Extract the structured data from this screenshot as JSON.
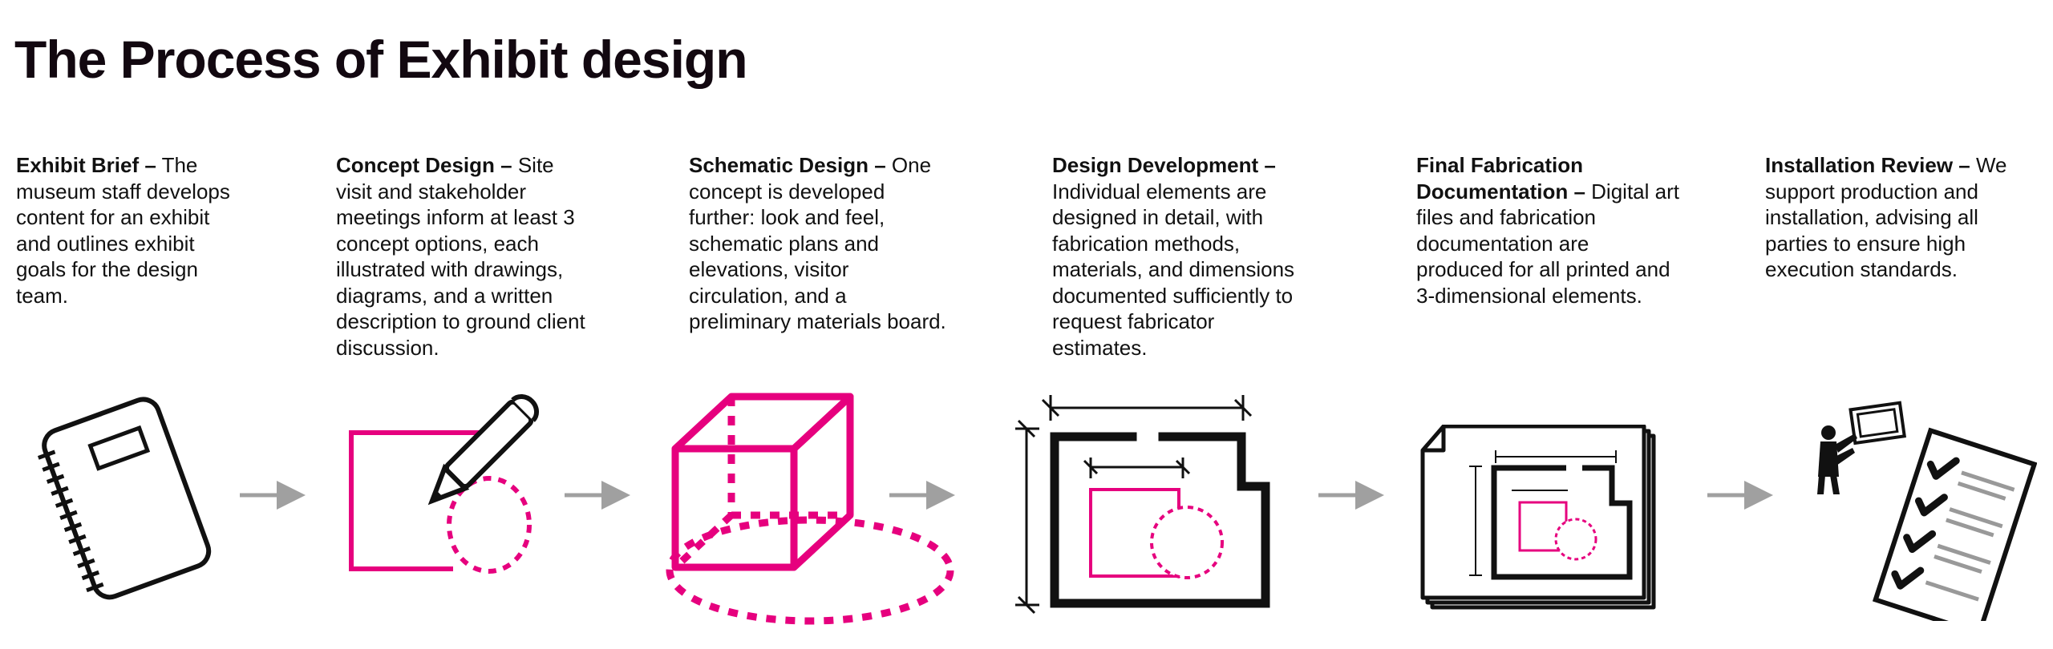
{
  "title": "The Process of Exhibit design",
  "steps": [
    {
      "label": "Exhibit Brief –",
      "text": "The museum staff develops content for an exhibit and outlines exhibit goals for the design team."
    },
    {
      "label": "Concept Design –",
      "text": "Site visit and stakeholder meetings inform at least 3 concept options, each illustrated with drawings, diagrams, and a written description to ground client discussion."
    },
    {
      "label": "Schematic Design –",
      "text": "One concept is developed further: look and feel, schematic plans and elevations, visitor circulation, and a preliminary materials board."
    },
    {
      "label": "Design Development –",
      "text": "Individual elements are designed in detail, with fabrication methods, materials, and dimensions documented sufficiently to request fabricator estimates."
    },
    {
      "label": "Final Fabrication Documentation –",
      "text": "Digital art files and fabrication documentation are produced for all printed and 3-dimensional elements."
    },
    {
      "label": "Installation Review –",
      "text": "We support production and installation, advising all parties to ensure high execution standards."
    }
  ],
  "icons": [
    "notebook-icon",
    "pencil-sketch-icon",
    "cube-icon",
    "floor-plan-icon",
    "document-stack-icon",
    "installer-checklist-icon"
  ],
  "colors": {
    "accent": "#e6007e",
    "arrow": "#a0a0a0",
    "ink": "#111111"
  }
}
